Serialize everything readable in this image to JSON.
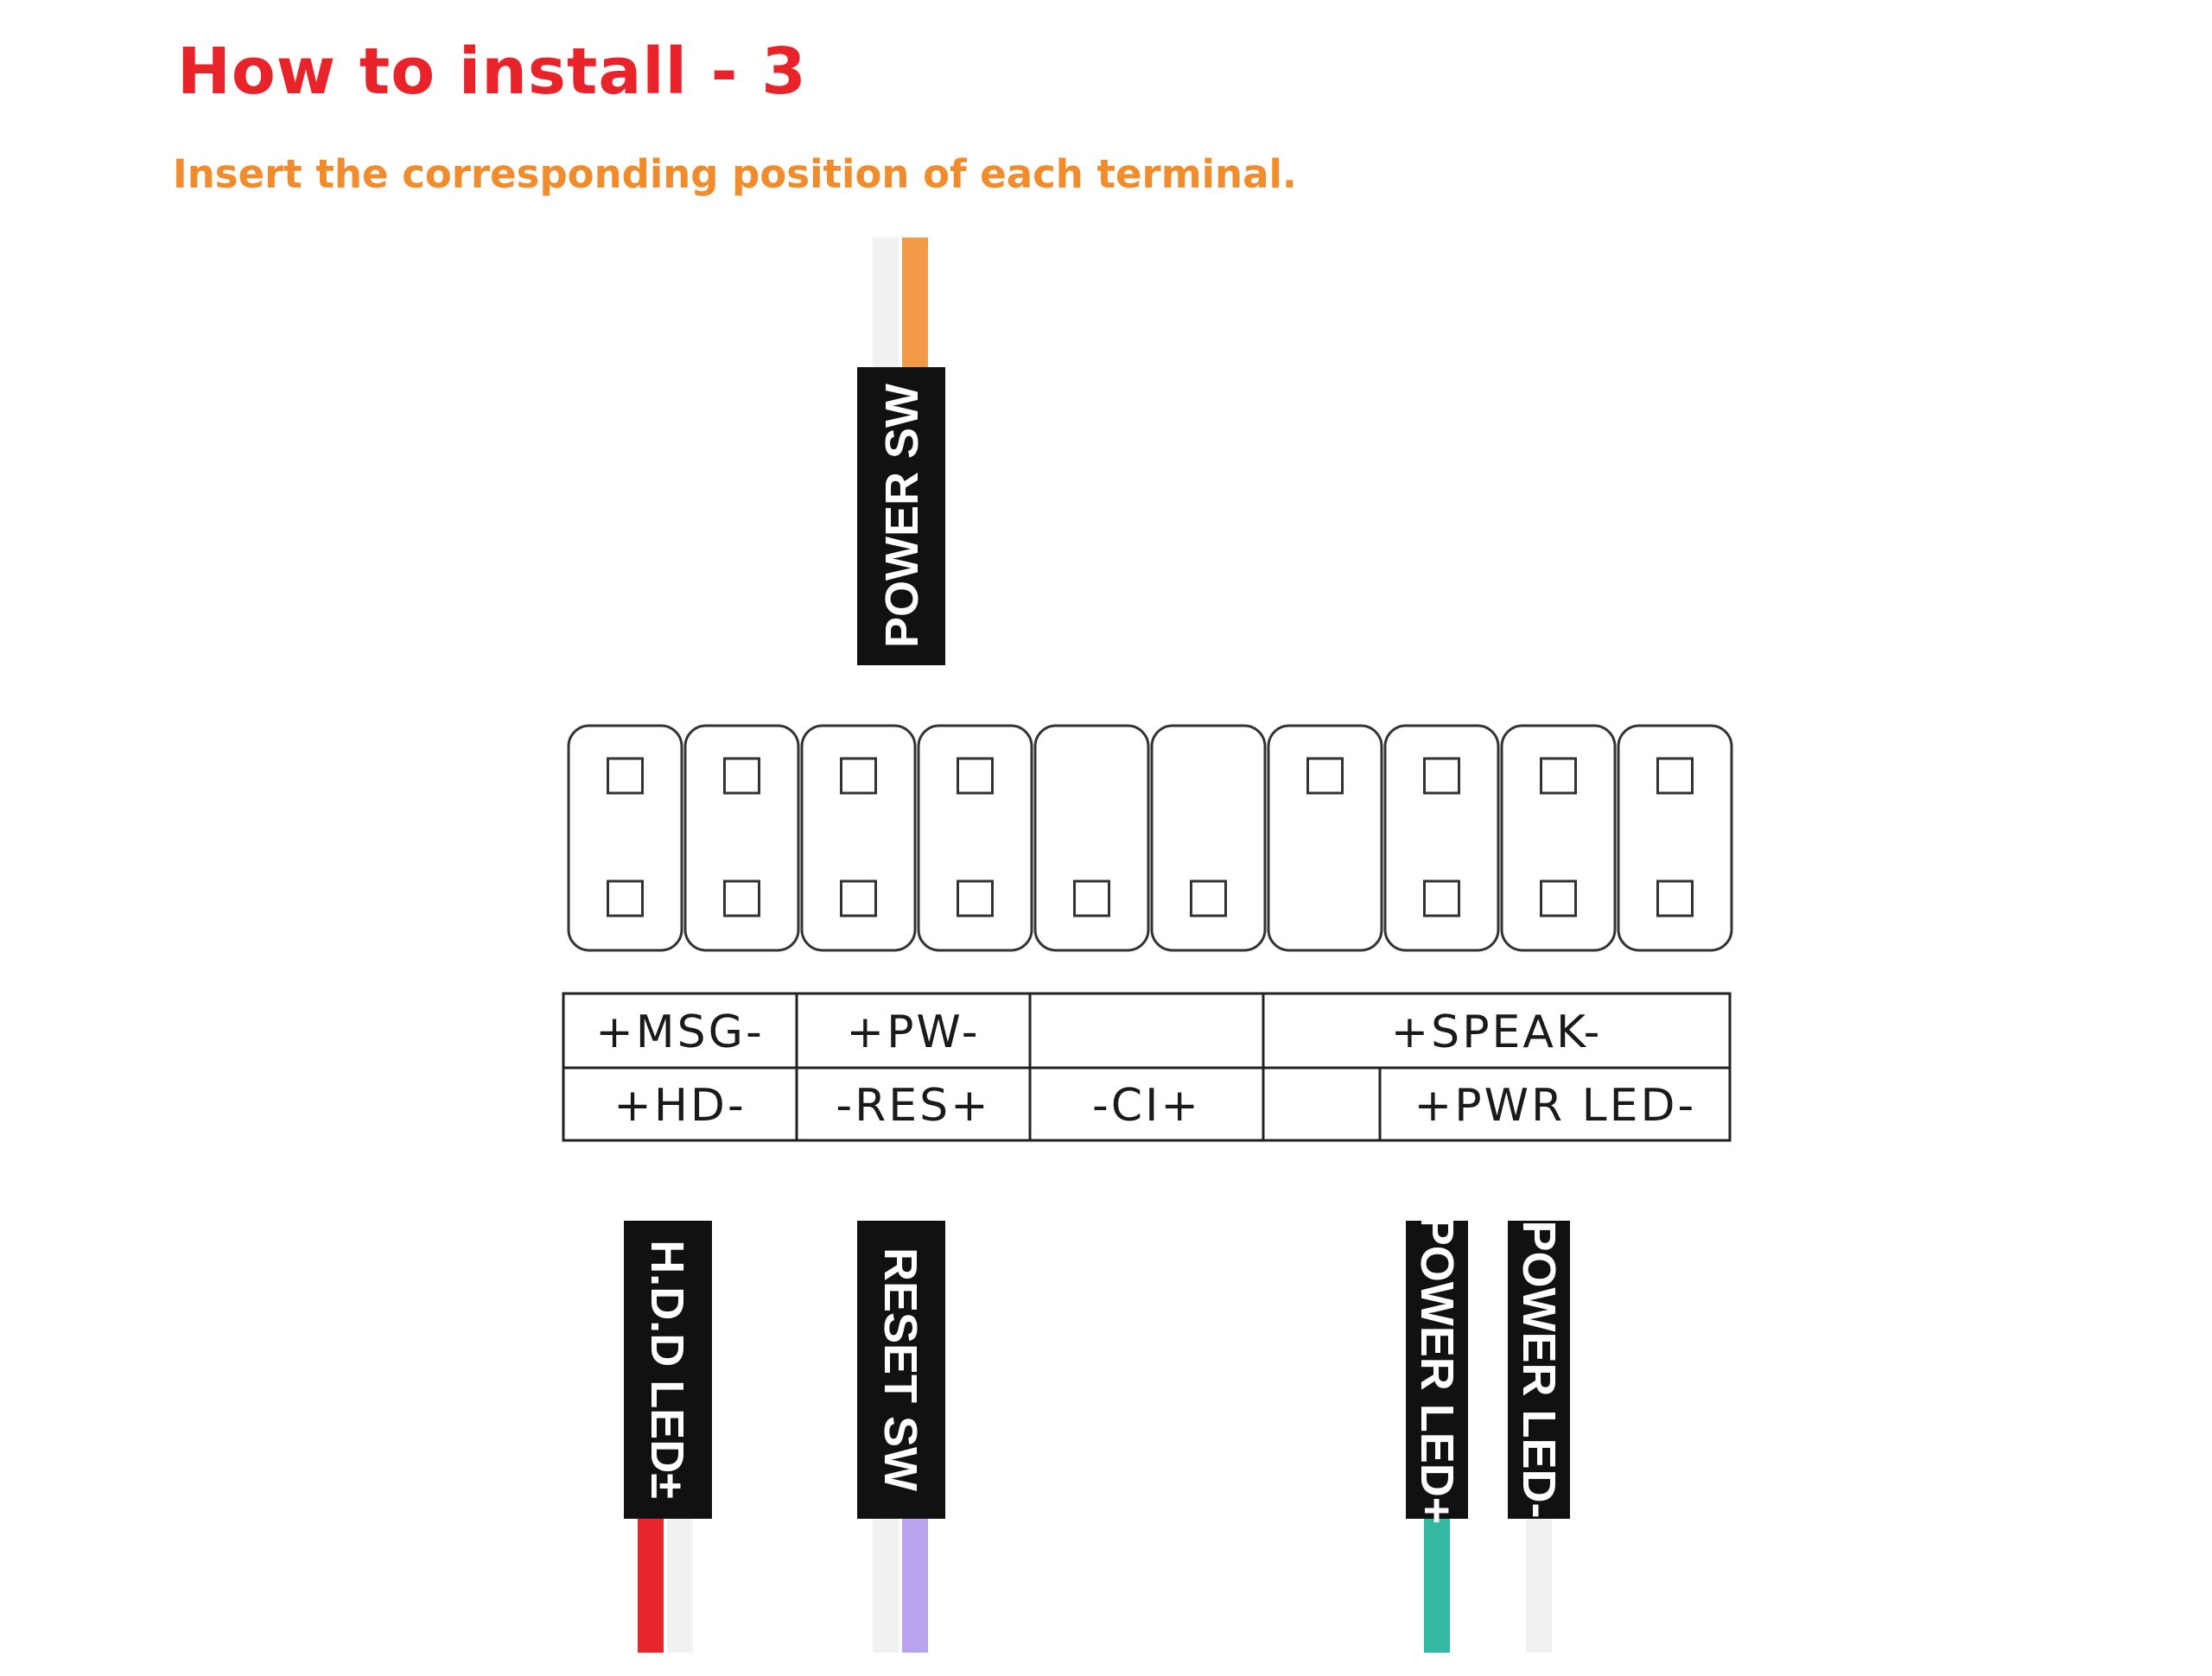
{
  "title": "How to install - 3",
  "subtitle": "Insert the corresponding position of each terminal.",
  "colors": {
    "title": "#e8232a",
    "subtitle": "#f08c2c",
    "wire_orange": "#f39a48",
    "wire_red": "#e8262e",
    "wire_purple": "#b9a3ec",
    "wire_teal": "#34b8a4",
    "wire_white": "#f1f1f1",
    "connector": "#111111"
  },
  "header_pins": {
    "columns": 10,
    "top_row": [
      true,
      true,
      true,
      true,
      false,
      false,
      true,
      true,
      true,
      true
    ],
    "bottom_row": [
      true,
      true,
      true,
      true,
      true,
      true,
      false,
      true,
      true,
      true
    ]
  },
  "label_table": {
    "row1": [
      "+MSG-",
      "+PW-",
      "",
      "+SPEAK-"
    ],
    "row2": [
      "+HD-",
      "-RES+",
      "-CI+",
      "",
      "+PWR LED-"
    ]
  },
  "connectors": {
    "power_sw": "POWER SW",
    "hdd_led": "H.D.D LED±",
    "reset_sw": "RESET SW",
    "power_led_plus": "POWER LED+",
    "power_led_minus": "POWER LED-"
  }
}
